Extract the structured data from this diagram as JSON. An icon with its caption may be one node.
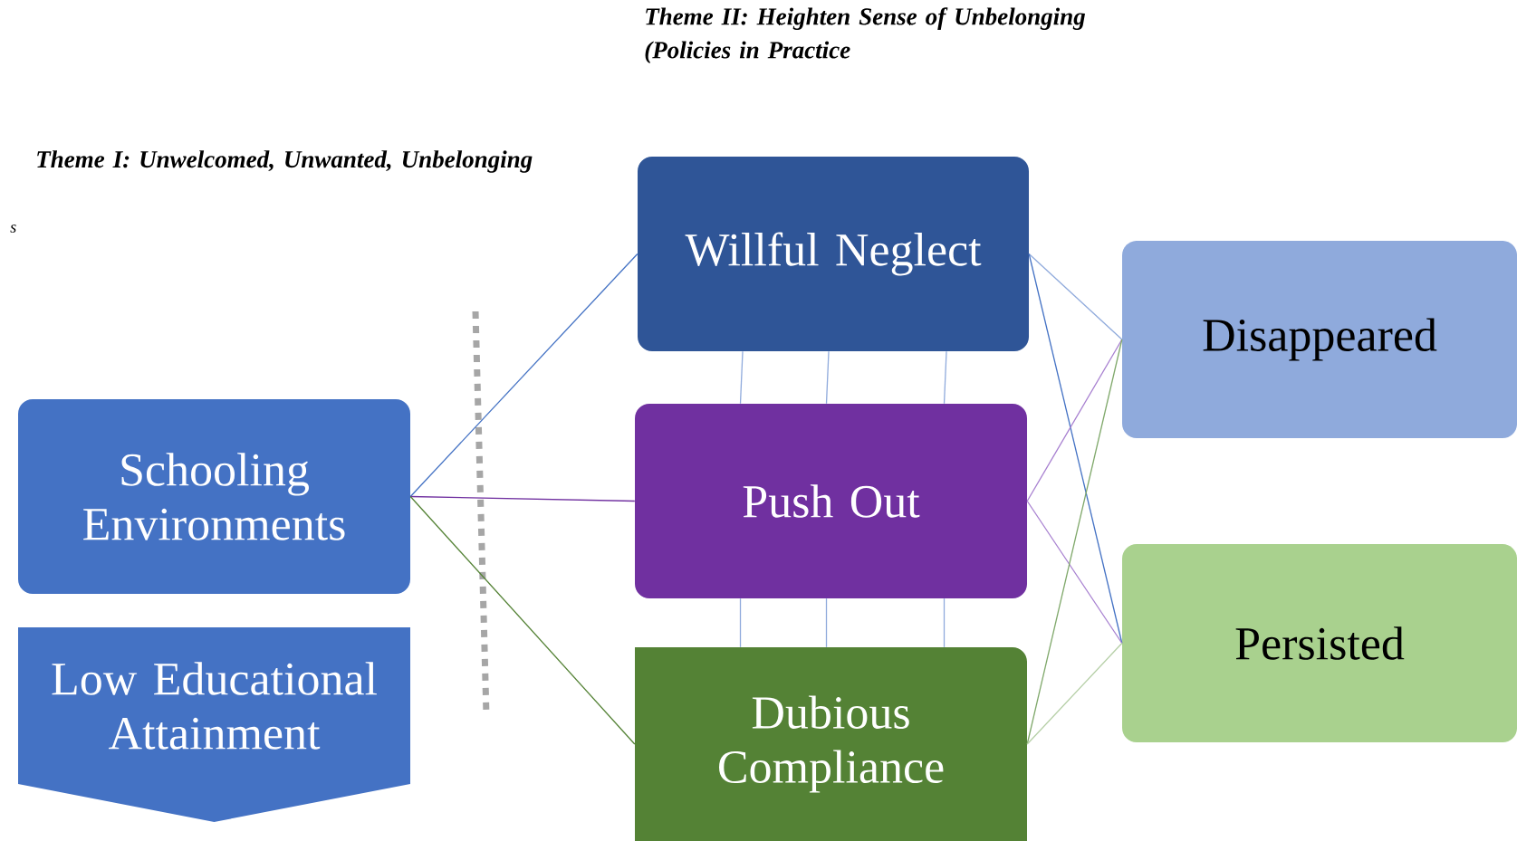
{
  "diagram": {
    "nodes": [
      {
        "text": [
          "Schooling Environments"
        ]
      },
      {
        "text": [
          "Low Educational Attainment"
        ]
      },
      {
        "text": [
          "Willful Neglect"
        ]
      },
      {
        "text": [
          "Push Out"
        ]
      },
      {
        "text": [
          "Dubious Compliance"
        ]
      },
      {
        "text": [
          "Disappeared"
        ]
      },
      {
        "text": [
          "Persisted"
        ]
      }
    ],
    "edges": [
      {
        "from": 0,
        "to": 2,
        "arrow": "none",
        "color": "#4472c4"
      },
      {
        "from": 0,
        "to": 3,
        "arrow": "none",
        "color": "#7030a0"
      },
      {
        "from": 0,
        "to": 4,
        "arrow": "none",
        "color": "#548235"
      },
      {
        "from": 2,
        "to": 3,
        "arrow": "none",
        "color": "#8faadc"
      },
      {
        "from": 2,
        "to": 3,
        "arrow": "none",
        "color": "#8faadc"
      },
      {
        "from": 2,
        "to": 3,
        "arrow": "none",
        "color": "#8faadc"
      },
      {
        "from": 3,
        "to": 4,
        "arrow": "none",
        "color": "#8faadc"
      },
      {
        "from": 3,
        "to": 4,
        "arrow": "none",
        "color": "#8faadc"
      },
      {
        "from": 3,
        "to": 4,
        "arrow": "none",
        "color": "#8faadc"
      },
      {
        "from": 2,
        "to": 5,
        "arrow": "none",
        "color": "#8faadc"
      },
      {
        "from": 2,
        "to": 6,
        "arrow": "none",
        "color": "#4472c4"
      },
      {
        "from": 3,
        "to": 5,
        "arrow": "none",
        "color": "#a77fd0"
      },
      {
        "from": 3,
        "to": 6,
        "arrow": "none",
        "color": "#a77fd0"
      },
      {
        "from": 4,
        "to": 5,
        "arrow": "none",
        "color": "#7fa86a"
      },
      {
        "from": 4,
        "to": 6,
        "arrow": "none",
        "color": "#b5cfa6"
      }
    ],
    "labels": [
      "Theme II:  Heighten Sense of Unbelonging (Policies in Practice",
      "Theme I:  Unwelcomed, Unwanted, Unbelonging",
      "s"
    ]
  }
}
